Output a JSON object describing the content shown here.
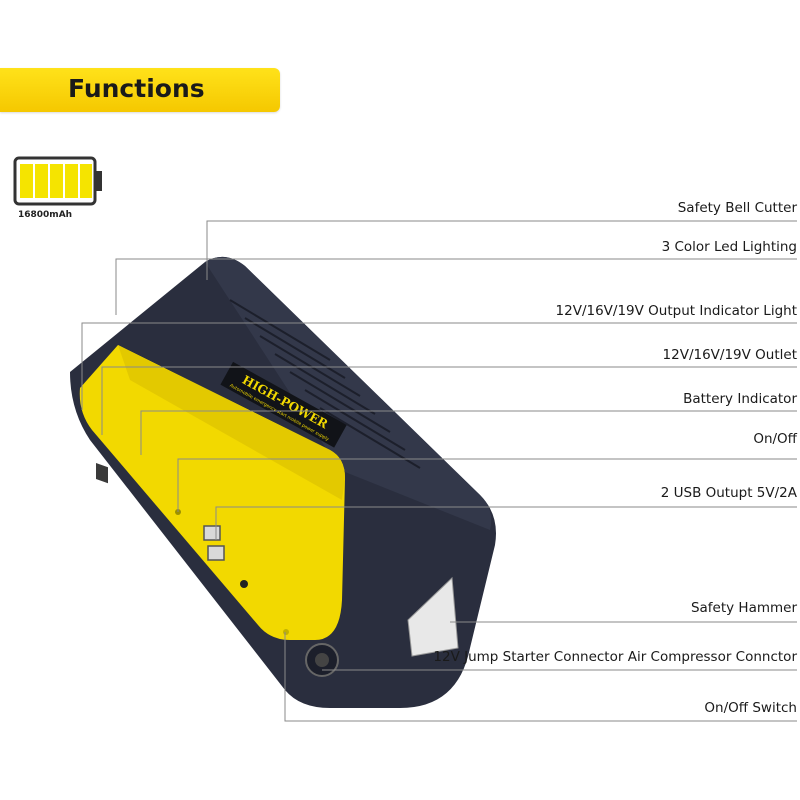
{
  "header": {
    "title": "Functions"
  },
  "battery": {
    "icon": "battery-full-icon",
    "capacity": "16800mAh",
    "level_fraction": 1.0
  },
  "product": {
    "brand": "HIGH-POWER",
    "tagline": "Automobile emergency start mobile power supply",
    "colors": {
      "body": "#2a2e3e",
      "panel": "#f2d900",
      "accent": "#ffe21a"
    }
  },
  "callouts": [
    {
      "label": "Safety Bell Cutter"
    },
    {
      "label": "3 Color Led Lighting"
    },
    {
      "label": "12V/16V/19V Output Indicator Light"
    },
    {
      "label": "12V/16V/19V Outlet"
    },
    {
      "label": "Battery Indicator"
    },
    {
      "label": "On/Off"
    },
    {
      "label": "2 USB Outupt 5V/2A"
    },
    {
      "label": "Safety Hammer"
    },
    {
      "label": "12V Jump Starter Connector Air Compressor Connctor"
    },
    {
      "label": "On/Off Switch"
    }
  ]
}
